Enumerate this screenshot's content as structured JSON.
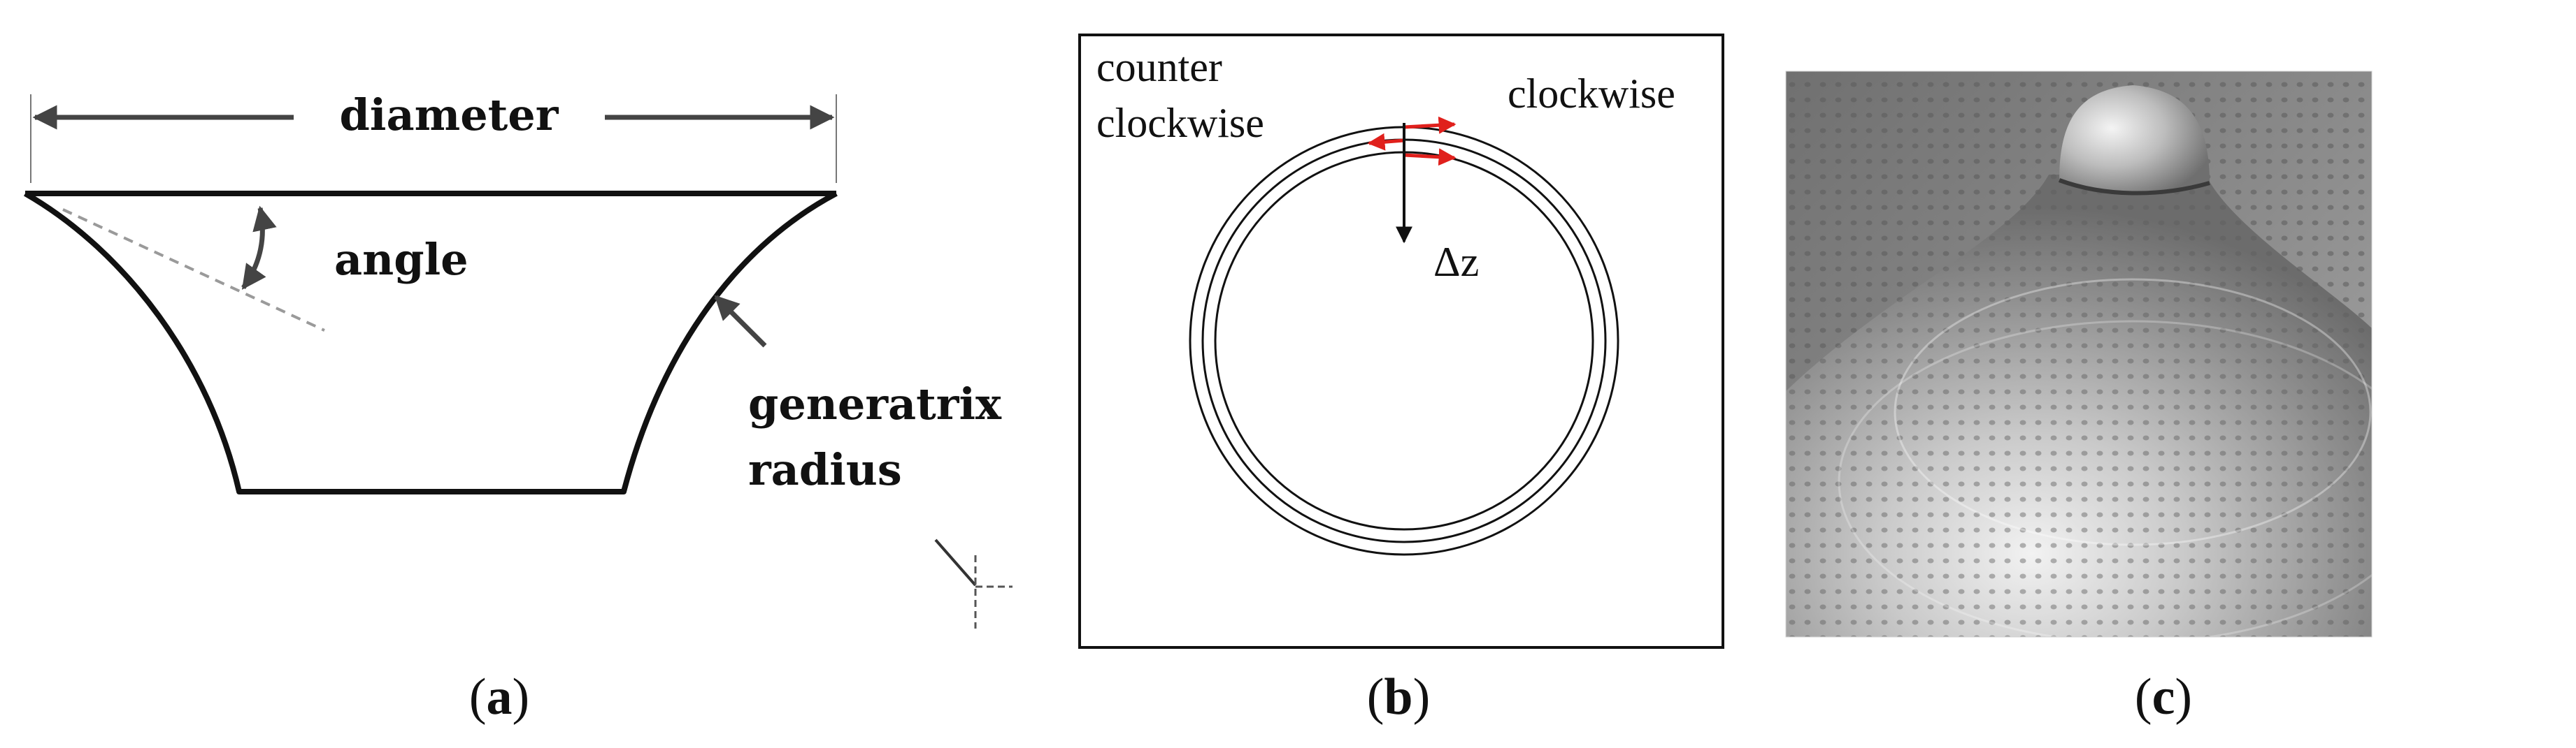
{
  "panels": {
    "a": {
      "caption_letter": "a",
      "label_diameter": "diameter",
      "label_angle": "angle",
      "label_generatrix_line1": "generatrix",
      "label_generatrix_line2": "radius"
    },
    "b": {
      "caption_letter": "b",
      "label_counter": "counter",
      "label_counter_clockwise": "clockwise",
      "label_clockwise": "clockwise",
      "label_delta_z": "Δz"
    },
    "c": {
      "caption_letter": "c"
    }
  },
  "caption": {
    "open": "(",
    "close": ")"
  },
  "colors": {
    "ink": "#111111",
    "arrow_gray": "#444444",
    "dashed_gray": "#9a9a9a",
    "red_arrow": "#e0201c",
    "photo_sheet": "#8f8f8f"
  }
}
